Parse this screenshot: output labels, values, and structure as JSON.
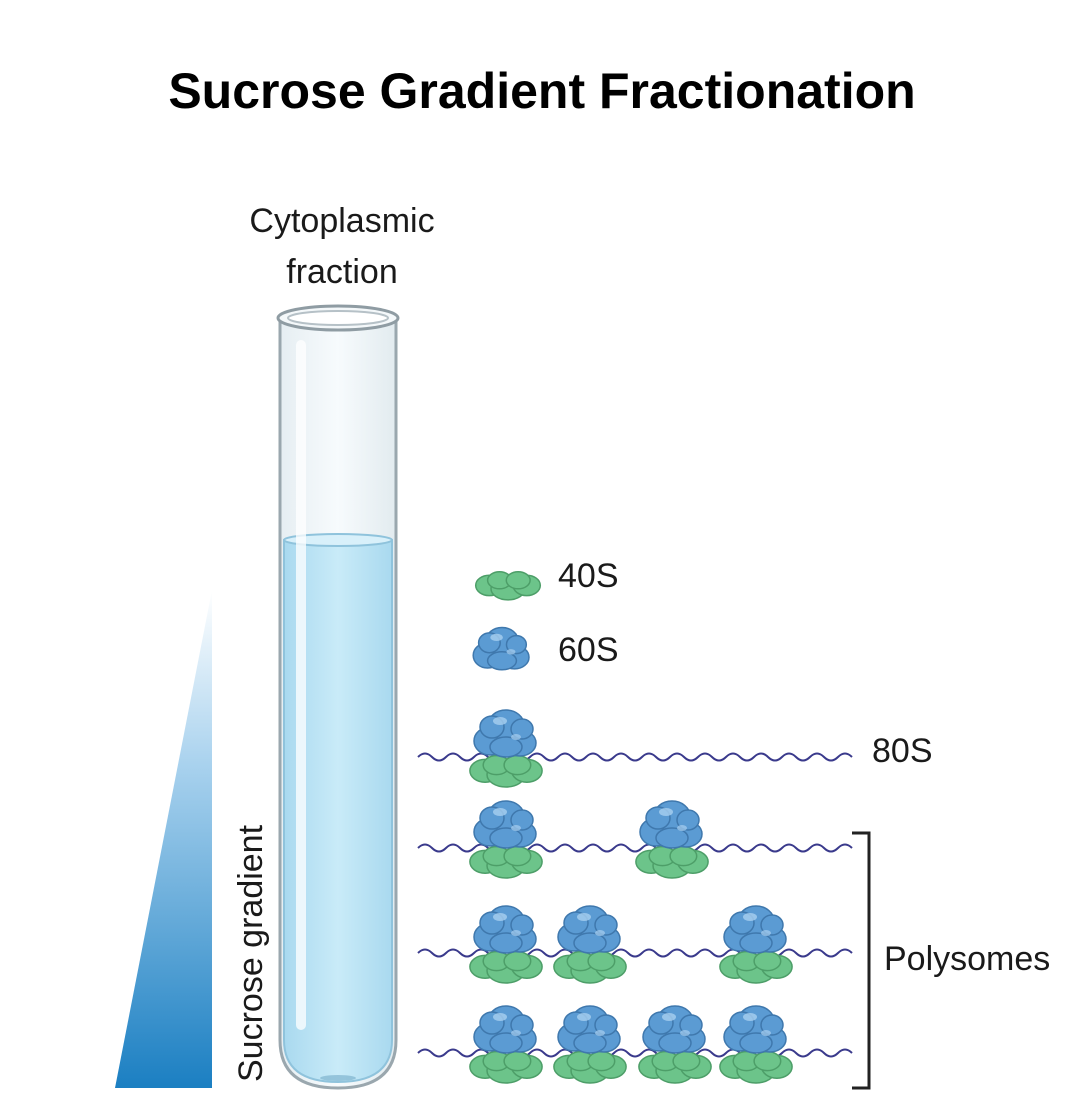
{
  "title": "Sucrose Gradient Fractionation",
  "labels": {
    "cytoplasmic_line1": "Cytoplasmic",
    "cytoplasmic_line2": "fraction",
    "gradient": "Sucrose gradient",
    "s40": "40S",
    "s60": "60S",
    "s80": "80S",
    "polysomes": "Polysomes"
  },
  "colors": {
    "small_subunit": "#6cc48a",
    "large_subunit": "#5b9bd3",
    "mrna": "#3a3a8c",
    "gradient_dark": "#1b7fc2",
    "tube_liquid": "#bfe3f3"
  },
  "polysome_rows": [
    {
      "ribosomes": 1,
      "label": "80S"
    },
    {
      "ribosomes": 2
    },
    {
      "ribosomes": 3
    },
    {
      "ribosomes": 4
    }
  ]
}
